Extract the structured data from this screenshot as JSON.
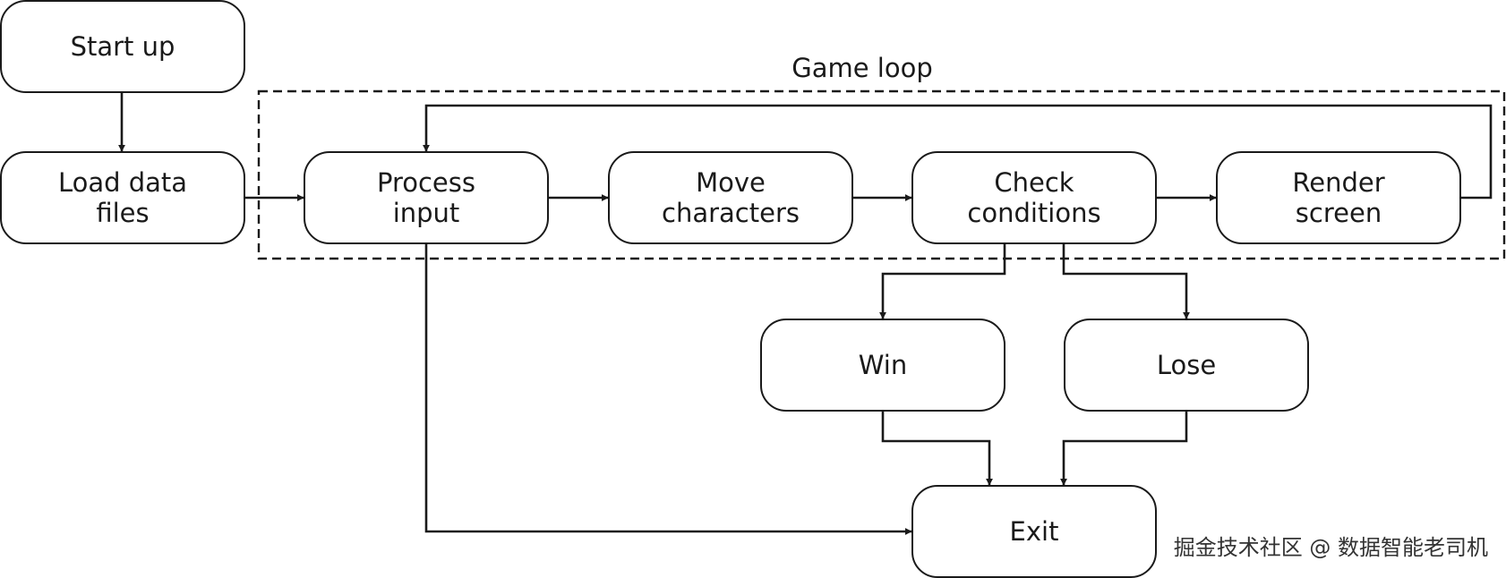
{
  "diagram": {
    "group_label": "Game loop",
    "nodes": {
      "start_up": [
        "Start up"
      ],
      "load_data_files": [
        "Load data",
        "files"
      ],
      "process_input": [
        "Process",
        "input"
      ],
      "move_characters": [
        "Move",
        "characters"
      ],
      "check_conditions": [
        "Check",
        "conditions"
      ],
      "render_screen": [
        "Render",
        "screen"
      ],
      "win": [
        "Win"
      ],
      "lose": [
        "Lose"
      ],
      "exit": [
        "Exit"
      ]
    },
    "edges": [
      {
        "from": "start_up",
        "to": "load_data_files"
      },
      {
        "from": "load_data_files",
        "to": "process_input"
      },
      {
        "from": "process_input",
        "to": "move_characters"
      },
      {
        "from": "move_characters",
        "to": "check_conditions"
      },
      {
        "from": "check_conditions",
        "to": "render_screen"
      },
      {
        "from": "render_screen",
        "to": "process_input"
      },
      {
        "from": "check_conditions",
        "to": "win"
      },
      {
        "from": "check_conditions",
        "to": "lose"
      },
      {
        "from": "win",
        "to": "exit"
      },
      {
        "from": "lose",
        "to": "exit"
      },
      {
        "from": "process_input",
        "to": "exit"
      }
    ]
  },
  "watermark": "掘金技术社区 @ 数据智能老司机"
}
